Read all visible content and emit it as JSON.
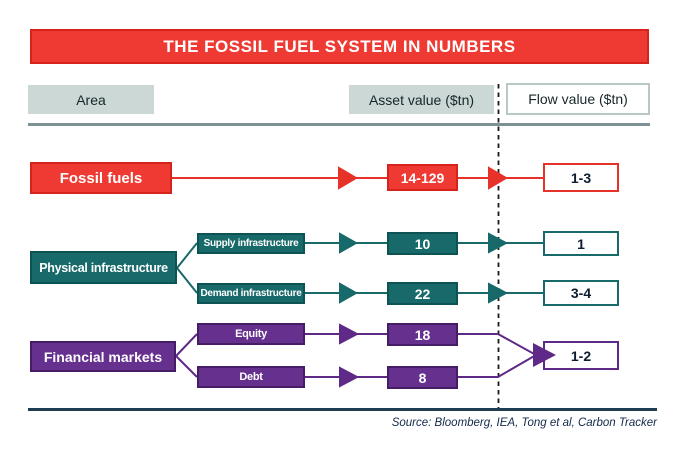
{
  "title": "THE FOSSIL FUEL SYSTEM IN NUMBERS",
  "header": {
    "area": "Area",
    "asset": "Asset value ($tn)",
    "flow": "Flow value ($tn)"
  },
  "rows": {
    "fossil": {
      "label": "Fossil fuels",
      "asset": "14-129",
      "flow": "1-3"
    },
    "physical": {
      "label": "Physical infrastructure",
      "supply": {
        "label": "Supply infrastructure",
        "asset": "10",
        "flow": "1"
      },
      "demand": {
        "label": "Demand infrastructure",
        "asset": "22",
        "flow": "3-4"
      }
    },
    "financial": {
      "label": "Financial markets",
      "equity": {
        "label": "Equity",
        "asset": "18"
      },
      "debt": {
        "label": "Debt",
        "asset": "8"
      },
      "flow": "1-2"
    }
  },
  "source": "Source: Bloomberg, IEA, Tong et al, Carbon Tracker",
  "colors": {
    "red": "#ee3a32",
    "teal": "#17696a",
    "purple": "#66308e",
    "header_bg": "#ccd8d5",
    "divider": "#7e9295",
    "bottom_rule": "#1e3c52",
    "dashed_line": "#1a1a1a"
  }
}
